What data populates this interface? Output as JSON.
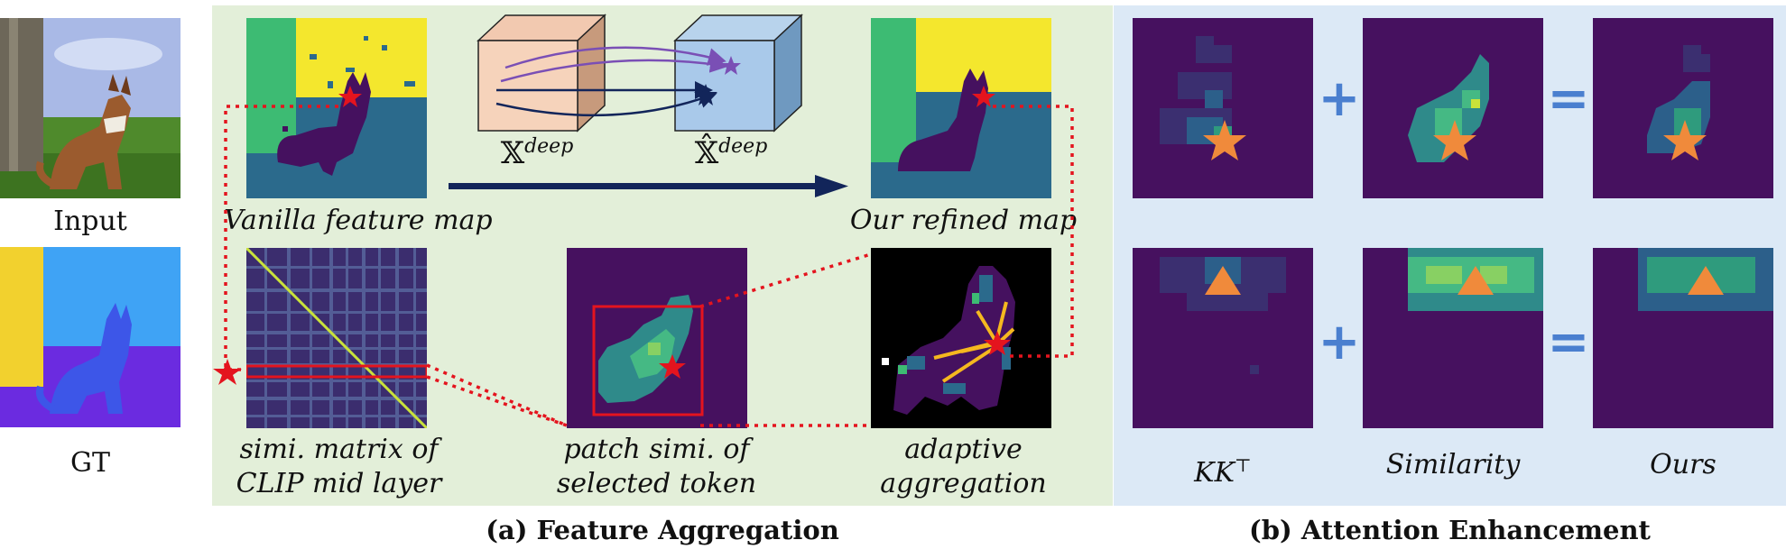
{
  "left": {
    "input_label": "Input",
    "gt_label": "GT"
  },
  "panel_a": {
    "caption": "(a) Feature Aggregation",
    "vanilla_label": "Vanilla feature map",
    "refined_label": "Our refined map",
    "x_deep": "𝕏",
    "x_hat_deep": "𝕏̂",
    "deep_superscript": "deep",
    "simi_matrix_label": [
      "simi. matrix of",
      "CLIP mid layer"
    ],
    "patch_simi_label": [
      "patch simi. of",
      "selected token"
    ],
    "adaptive_label": [
      "adaptive",
      "aggregation"
    ]
  },
  "panel_b": {
    "caption": "(b) Attention Enhancement",
    "col_kk": "KK",
    "col_kk_sup": "⊤",
    "col_similarity": "Similarity",
    "col_ours": "Ours",
    "plus": "+",
    "equals": "="
  },
  "colors": {
    "panel_a_bg": "#e3efd9",
    "panel_b_bg": "#dce9f6",
    "heat_bg": "#46115f",
    "star_red": "#e4141e",
    "marker_orange": "#f08a3b",
    "arrow_navy": "#12255a",
    "op_blue": "#4a7fcf",
    "dotted_red": "#e4141e"
  }
}
